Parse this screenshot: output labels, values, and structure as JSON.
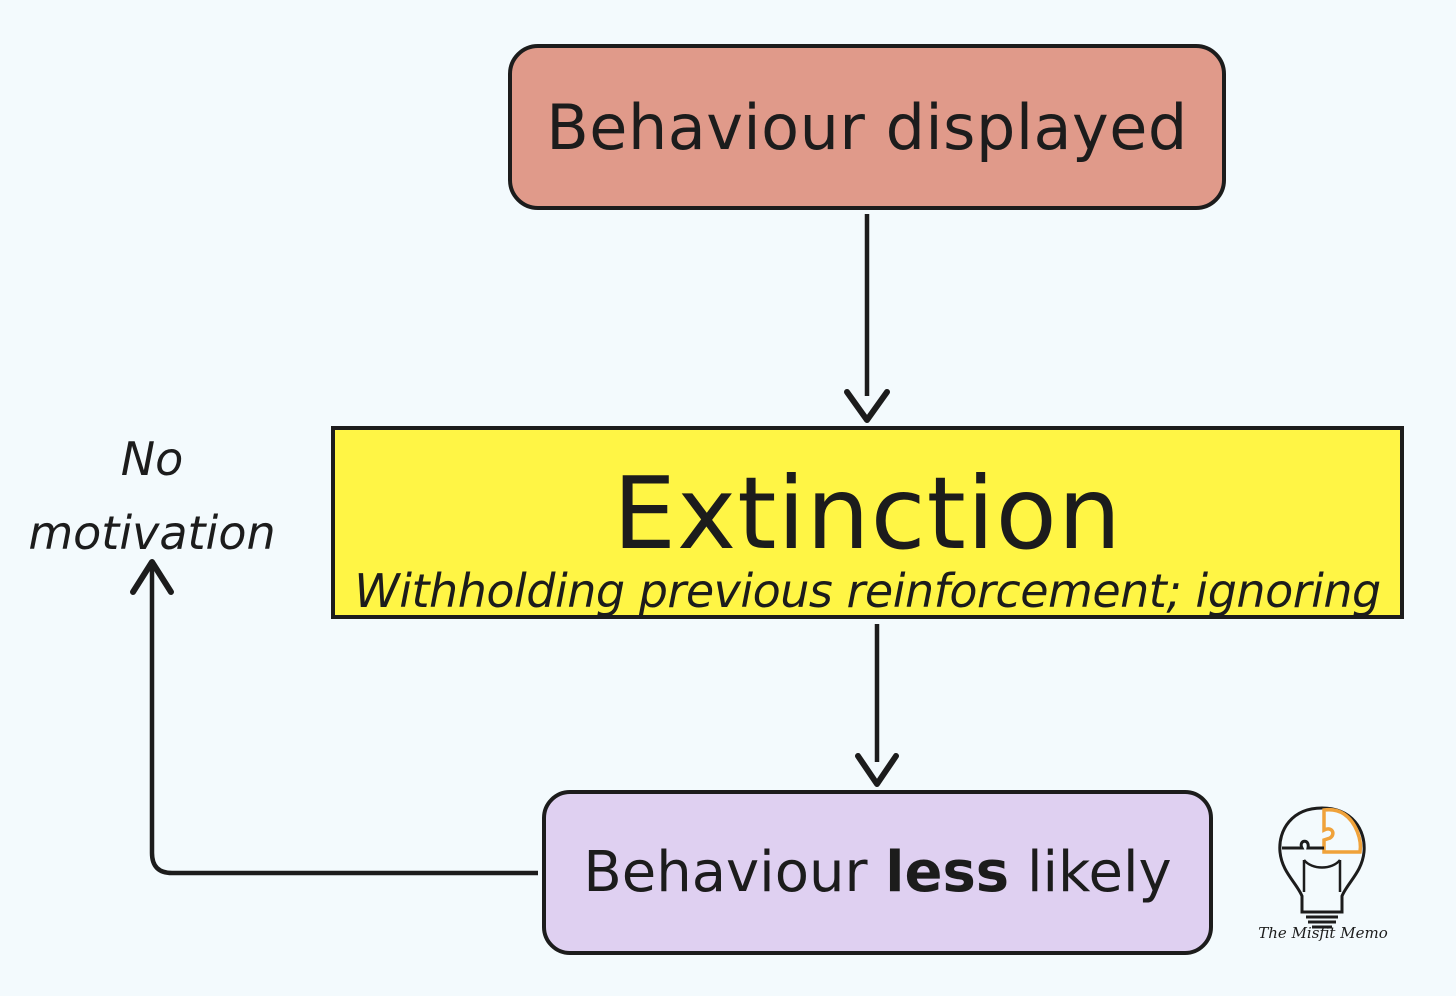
{
  "nodes": {
    "top": {
      "label": "Behaviour displayed",
      "color": "#e09a8a"
    },
    "middle": {
      "title": "Extinction",
      "subtitle": "Withholding previous reinforcement; ignoring",
      "color": "#fff545"
    },
    "bottom": {
      "label_pre": "Behaviour ",
      "label_strong": "less",
      "label_post": " likely",
      "color": "#dfd0f1"
    }
  },
  "side_label": {
    "line1": "No",
    "line2": "motivation"
  },
  "logo": {
    "text": "The Misfit Memo",
    "accent": "#f0a23a"
  },
  "colors": {
    "background": "#f3fafd",
    "stroke": "#1c1c1c"
  }
}
